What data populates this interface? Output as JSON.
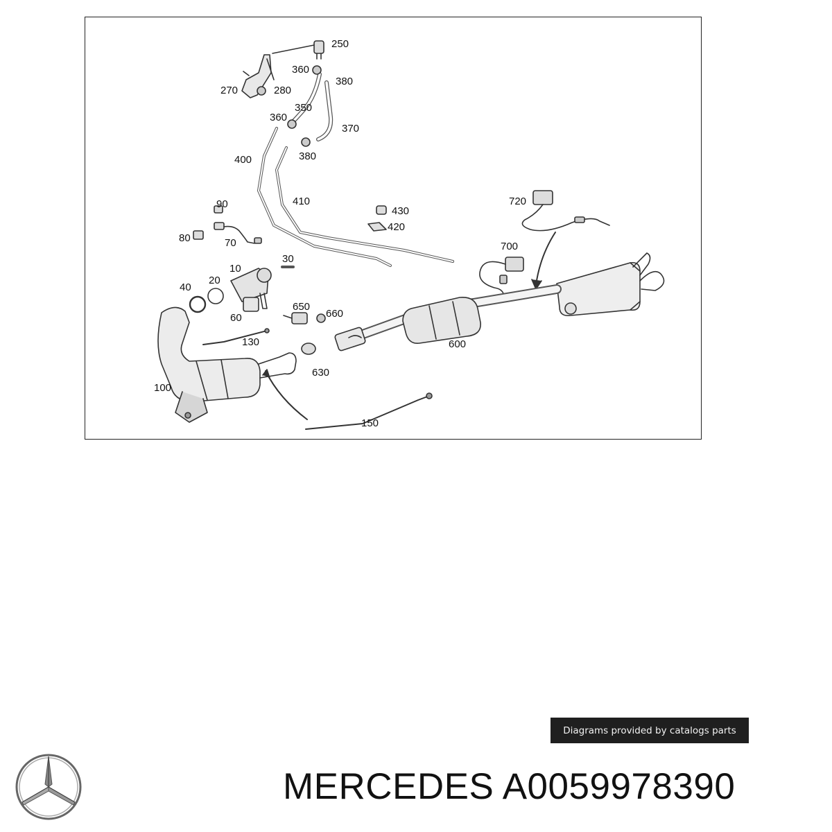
{
  "diagram": {
    "callouts": [
      {
        "id": "250",
        "label": "250"
      },
      {
        "id": "360a",
        "label": "360"
      },
      {
        "id": "380a",
        "label": "380"
      },
      {
        "id": "270",
        "label": "270"
      },
      {
        "id": "280",
        "label": "280"
      },
      {
        "id": "350",
        "label": "350"
      },
      {
        "id": "360b",
        "label": "360"
      },
      {
        "id": "370",
        "label": "370"
      },
      {
        "id": "380b",
        "label": "380"
      },
      {
        "id": "400",
        "label": "400"
      },
      {
        "id": "410",
        "label": "410"
      },
      {
        "id": "430",
        "label": "430"
      },
      {
        "id": "420",
        "label": "420"
      },
      {
        "id": "720",
        "label": "720"
      },
      {
        "id": "90",
        "label": "90"
      },
      {
        "id": "80",
        "label": "80"
      },
      {
        "id": "70",
        "label": "70"
      },
      {
        "id": "700",
        "label": "700"
      },
      {
        "id": "10",
        "label": "10"
      },
      {
        "id": "30",
        "label": "30"
      },
      {
        "id": "40",
        "label": "40"
      },
      {
        "id": "20",
        "label": "20"
      },
      {
        "id": "650",
        "label": "650"
      },
      {
        "id": "660",
        "label": "660"
      },
      {
        "id": "60",
        "label": "60"
      },
      {
        "id": "130",
        "label": "130"
      },
      {
        "id": "600",
        "label": "600"
      },
      {
        "id": "630",
        "label": "630"
      },
      {
        "id": "100",
        "label": "100"
      },
      {
        "id": "150",
        "label": "150"
      }
    ]
  },
  "credit": "Diagrams provided by catalogs parts",
  "brand": {
    "logo_icon": "mercedes-star-icon"
  },
  "title": {
    "brand_name": "MERCEDES",
    "part_number": "A0059978390"
  }
}
